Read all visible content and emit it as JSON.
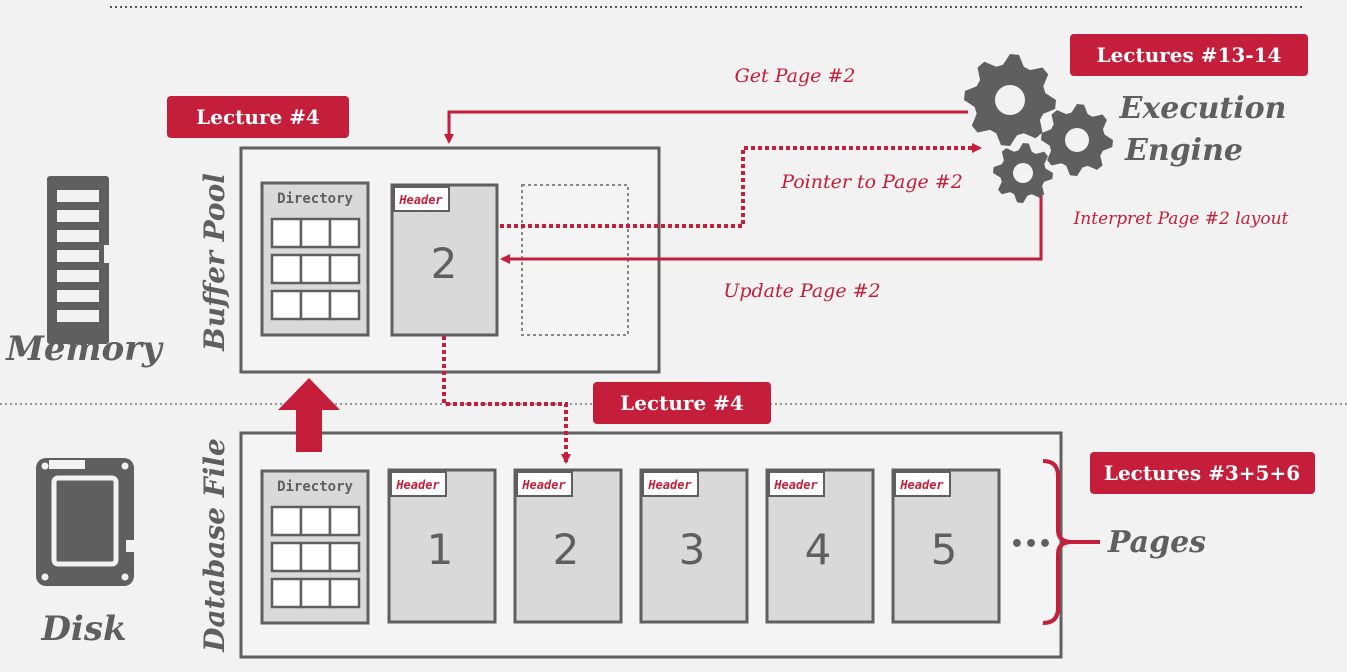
{
  "colors": {
    "accent": "#c41e3a",
    "dark_gray": "#5f5f5f",
    "page_fill": "#d9d9d9",
    "panel_fill": "#f4f4f4"
  },
  "badges": {
    "execution_engine": "Lectures #13-14",
    "buffer_pool": "Lecture #4",
    "page_transfer": "Lecture #4",
    "pages": "Lectures #3+5+6"
  },
  "labels": {
    "memory": "Memory",
    "disk": "Disk",
    "buffer_pool": "Buffer Pool",
    "database_file": "Database File",
    "execution_engine_line1": "Execution",
    "execution_engine_line2": "Engine",
    "pages": "Pages",
    "directory": "Directory",
    "header": "Header",
    "ellipsis": "•••"
  },
  "arrows": {
    "get_page": "Get Page #2",
    "pointer_to_page": "Pointer to Page #2",
    "interpret_layout": "Interpret Page #2 layout",
    "update_page": "Update Page #2"
  },
  "buffer_pool_page": "2",
  "disk_pages": [
    "1",
    "2",
    "3",
    "4",
    "5"
  ]
}
